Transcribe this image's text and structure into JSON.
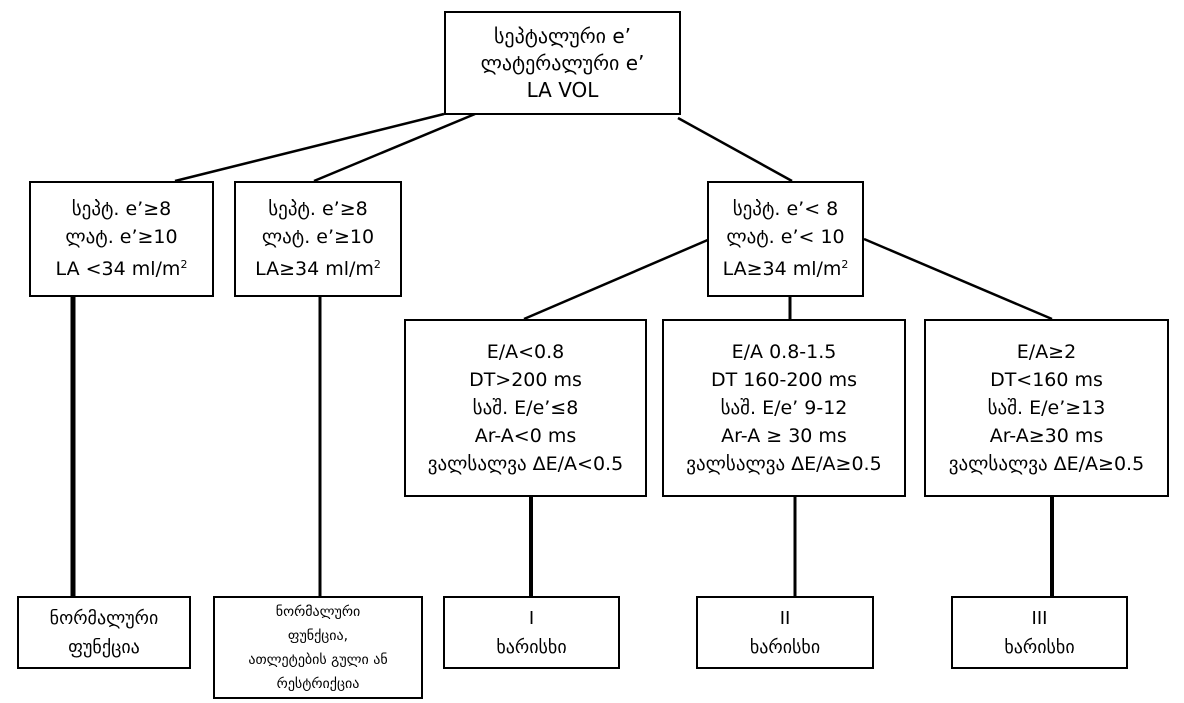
{
  "root": {
    "lines": [
      "სეპტალური e’",
      "ლატერალური e’",
      "LA  VOL"
    ]
  },
  "level1": {
    "normal": {
      "lines": [
        "სეპტ. e’≥8",
        "ლატ. e’≥10",
        "LA <34 ml/m"
      ],
      "sup": "2"
    },
    "athlete": {
      "lines": [
        "სეპტ. e’≥8",
        "ლატ. e’≥10",
        "LA≥34 ml/m"
      ],
      "sup": "2"
    },
    "abnormal": {
      "lines": [
        "სეპტ.  e’< 8",
        "ლატ.  e’< 10",
        "LA≥34 ml/m"
      ],
      "sup": "2"
    }
  },
  "level2": {
    "grade1": {
      "lines": [
        "E/A<0.8",
        "DT>200 ms",
        "საშ. E/e’≤8",
        "Ar-A<0 ms",
        "ვალსალვა  ΔE/A<0.5"
      ]
    },
    "grade2": {
      "lines": [
        "E/A  0.8-1.5",
        "DT 160-200 ms",
        "საშ. E/e’ 9-12",
        "Ar-A ≥ 30 ms",
        "ვალსალვა  ΔE/A≥0.5"
      ]
    },
    "grade3": {
      "lines": [
        "E/A≥2",
        "DT<160 ms",
        "საშ. E/e’≥13",
        "Ar-A≥30 ms",
        "ვალსალვა  ΔE/A≥0.5"
      ]
    }
  },
  "outcomes": {
    "normal_function": {
      "lines": [
        "ნორმალური",
        "ფუნქცია"
      ]
    },
    "athlete_or_restriction": {
      "lines": [
        "ნორმალური",
        "ფუნქცია,",
        "ათლეტების გული ან",
        "რესტრიქცია"
      ]
    },
    "grade_I": {
      "lines": [
        "I",
        "ხარისხი"
      ]
    },
    "grade_II": {
      "lines": [
        "II",
        "ხარისხი"
      ]
    },
    "grade_III": {
      "lines": [
        "III",
        "ხარისხი"
      ]
    }
  }
}
